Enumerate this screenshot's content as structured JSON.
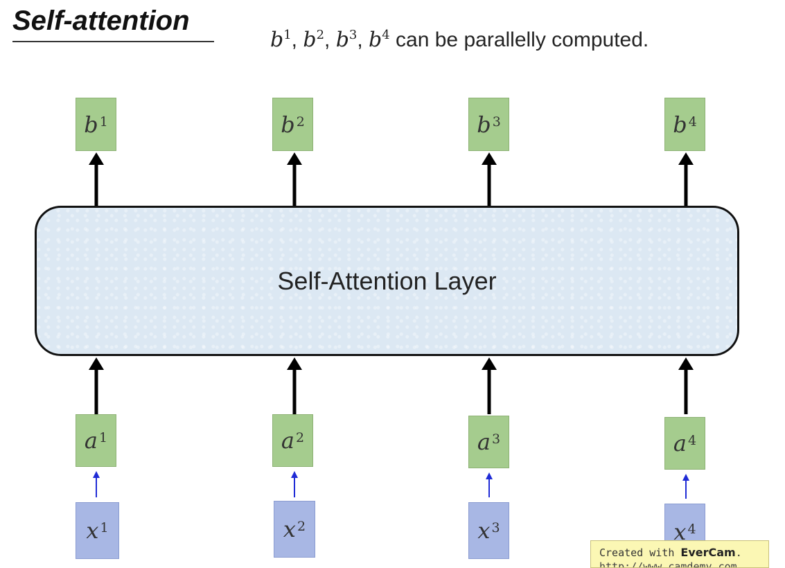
{
  "title": "Self-attention",
  "subtitle": {
    "terms": [
      {
        "base": "b",
        "sup": "1"
      },
      {
        "base": "b",
        "sup": "2"
      },
      {
        "base": "b",
        "sup": "3"
      },
      {
        "base": "b",
        "sup": "4"
      }
    ],
    "text": "can be parallelly computed."
  },
  "layer_label": "Self-Attention Layer",
  "outputs": [
    {
      "base": "b",
      "sup": "1"
    },
    {
      "base": "b",
      "sup": "2"
    },
    {
      "base": "b",
      "sup": "3"
    },
    {
      "base": "b",
      "sup": "4"
    }
  ],
  "inputs_a": [
    {
      "base": "a",
      "sup": "1"
    },
    {
      "base": "a",
      "sup": "2"
    },
    {
      "base": "a",
      "sup": "3"
    },
    {
      "base": "a",
      "sup": "4"
    }
  ],
  "inputs_x": [
    {
      "base": "x",
      "sup": "1"
    },
    {
      "base": "x",
      "sup": "2"
    },
    {
      "base": "x",
      "sup": "3"
    },
    {
      "base": "x",
      "sup": "4"
    }
  ],
  "watermark": {
    "created": "Created with",
    "brand": "EverCam",
    "url": "http://www.camdemy.com"
  },
  "colors": {
    "green_box": "#a5cc8e",
    "blue_box": "#a8b7e4",
    "layer_fill": "#dce8f3",
    "thick_arrow": "#000000",
    "thin_arrow": "#1f2bd6"
  }
}
